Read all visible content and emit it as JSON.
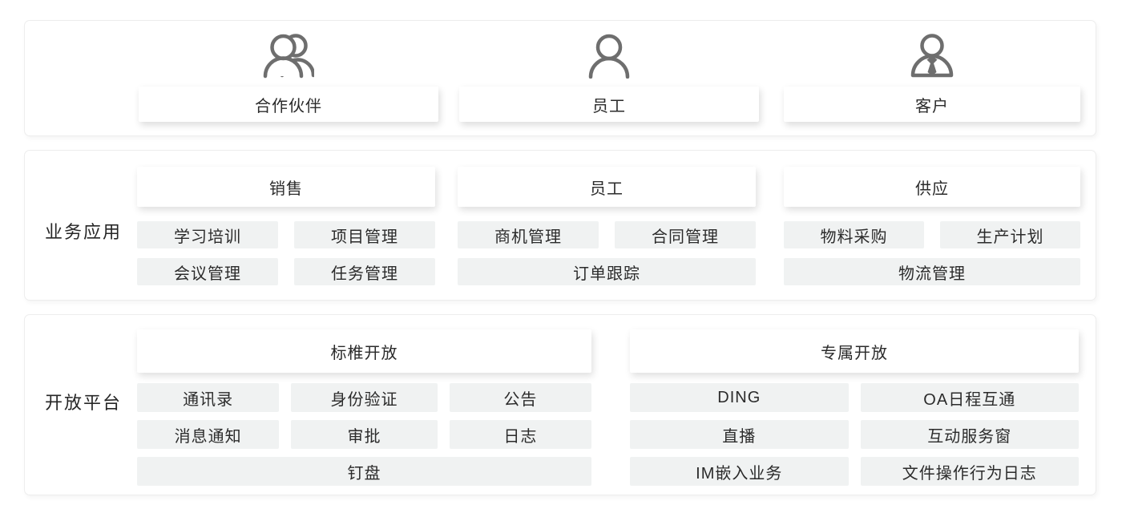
{
  "colors": {
    "text": "#2b2b2b",
    "icon_stroke": "#6e6e6e",
    "item_bg": "#f0f2f2",
    "panel_border": "#ededed",
    "panel_bg": "#ffffff"
  },
  "personas": {
    "items": [
      {
        "icon": "partners-icon",
        "label": "合作伙伴"
      },
      {
        "icon": "employee-icon",
        "label": "员工"
      },
      {
        "icon": "customer-icon",
        "label": "客户"
      }
    ]
  },
  "business": {
    "side_label": "业务应用",
    "groups": [
      {
        "header": "销售",
        "items": [
          "学习培训",
          "项目管理",
          "会议管理",
          "任务管理"
        ]
      },
      {
        "header": "员工",
        "items": [
          "商机管理",
          "合同管理",
          "订单跟踪"
        ]
      },
      {
        "header": "供应",
        "items": [
          "物料采购",
          "生产计划",
          "物流管理"
        ]
      }
    ]
  },
  "platform": {
    "side_label": "开放平台",
    "groups": [
      {
        "header": "标椎开放",
        "items": [
          "通讯录",
          "身份验证",
          "公告",
          "消息通知",
          "审批",
          "日志",
          "钉盘"
        ]
      },
      {
        "header": "专属开放",
        "items": [
          "DING",
          "OA日程互通",
          "直播",
          "互动服务窗",
          "IM嵌入业务",
          "文件操作行为日志"
        ]
      }
    ]
  }
}
